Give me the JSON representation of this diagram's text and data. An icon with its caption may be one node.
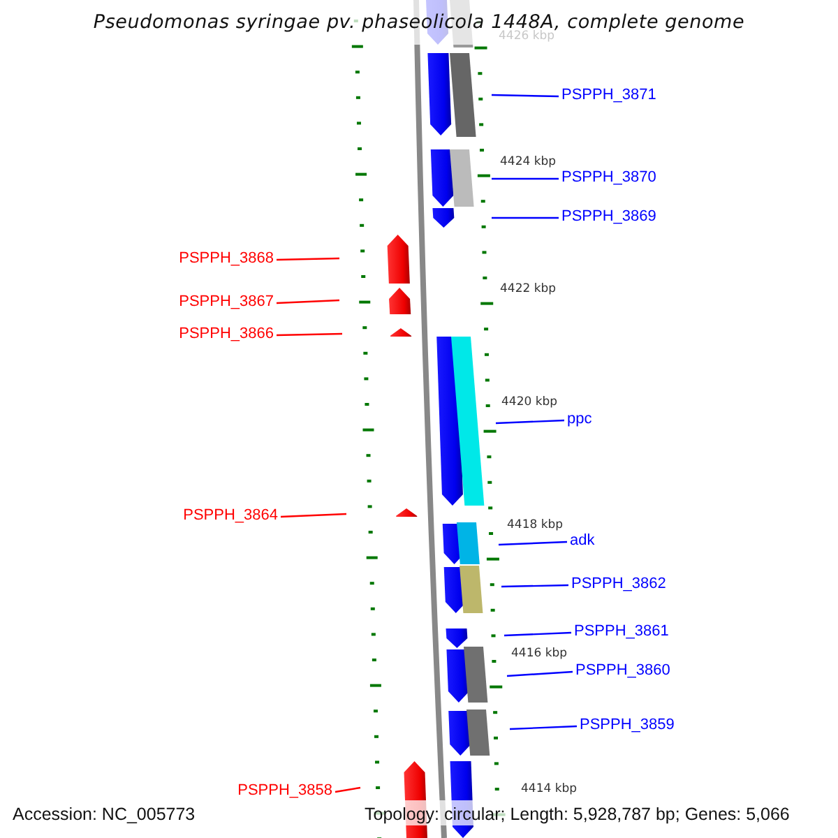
{
  "diagram": {
    "title": "Pseudomonas syringae pv. phaseolicola 1448A, complete genome",
    "nodes": [
      {
        "text": [
          "PSPPH_3871"
        ]
      },
      {
        "text": [
          "PSPPH_3870"
        ]
      },
      {
        "text": [
          "PSPPH_3869"
        ]
      },
      {
        "text": [
          "PSPPH_3868"
        ]
      },
      {
        "text": [
          "PSPPH_3867"
        ]
      },
      {
        "text": [
          "PSPPH_3866"
        ]
      },
      {
        "text": [
          "ppc"
        ]
      },
      {
        "text": [
          "PSPPH_3864"
        ]
      },
      {
        "text": [
          "adk"
        ]
      },
      {
        "text": [
          "PSPPH_3862"
        ]
      },
      {
        "text": [
          "PSPPH_3861"
        ]
      },
      {
        "text": [
          "PSPPH_3860"
        ]
      },
      {
        "text": [
          "PSPPH_3859"
        ]
      },
      {
        "text": [
          "PSPPH_3858"
        ]
      }
    ],
    "edges": [
      {
        "from": 0,
        "to": null,
        "arrow": "none"
      },
      {
        "from": 1,
        "to": null,
        "arrow": "none"
      },
      {
        "from": 2,
        "to": null,
        "arrow": "none"
      },
      {
        "from": 3,
        "to": null,
        "arrow": "none",
        "color": "#ff0000"
      },
      {
        "from": 4,
        "to": null,
        "arrow": "none",
        "color": "#ff0000"
      },
      {
        "from": 5,
        "to": null,
        "arrow": "none",
        "color": "#ff0000"
      },
      {
        "from": 6,
        "to": null,
        "arrow": "none"
      },
      {
        "from": 7,
        "to": null,
        "arrow": "none",
        "color": "#ff0000"
      },
      {
        "from": 8,
        "to": null,
        "arrow": "none"
      },
      {
        "from": 9,
        "to": null,
        "arrow": "none"
      },
      {
        "from": 10,
        "to": null,
        "arrow": "none"
      },
      {
        "from": 11,
        "to": null,
        "arrow": "none"
      },
      {
        "from": 12,
        "to": null,
        "arrow": "none"
      },
      {
        "from": 13,
        "to": null,
        "arrow": "none",
        "color": "#ff0000"
      }
    ],
    "labels": [
      "4426 kbp",
      "4424 kbp",
      "4422 kbp",
      "4420 kbp",
      "4418 kbp",
      "4416 kbp",
      "4414 kbp",
      "Accession: NC_005773",
      "Topology: circular; Length: 5,928,787 bp; Genes: 5,066"
    ]
  }
}
